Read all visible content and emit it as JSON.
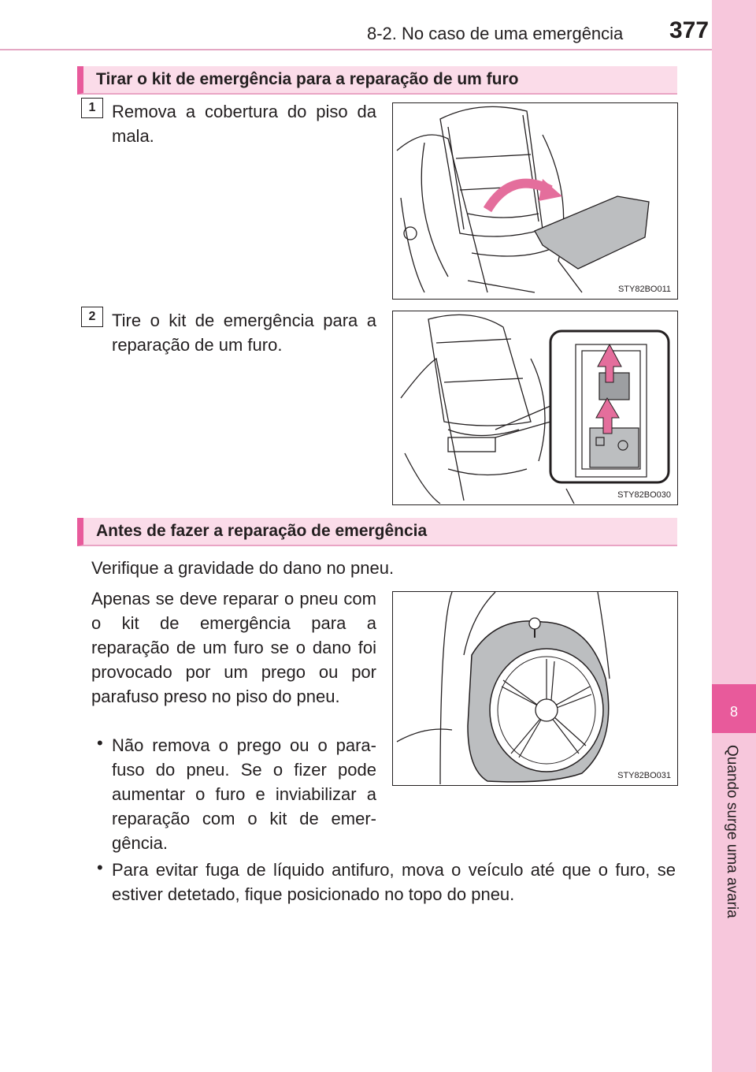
{
  "header": {
    "section_ref": "8-2. No caso de uma emergência",
    "page_number": "377"
  },
  "side_tab": {
    "chapter_number": "8",
    "chapter_title": "Quando surge uma avaria"
  },
  "section1": {
    "title": "Tirar o kit de emergência para a reparação de um furo",
    "steps": [
      {
        "number": "1",
        "text": "Remova a cobertura do piso da mala.",
        "figure_code": "STY82BO011"
      },
      {
        "number": "2",
        "text": "Tire o kit de emergência para a reparação de um furo.",
        "figure_code": "STY82BO030"
      }
    ]
  },
  "section2": {
    "title": "Antes de fazer a reparação de emergência",
    "intro": "Verifique a gravidade do dano no pneu.",
    "paragraph": "Apenas se deve reparar o pneu com o kit de emergência para a reparação de um furo se o dano foi provocado por um prego ou por parafuso preso no piso do pneu.",
    "figure_code": "STY82BO031",
    "bullets": [
      "Não remova o prego ou o para-fuso do pneu. Se o fizer pode aumentar o furo e inviabilizar a reparação com o kit de emer-gência.",
      "Para evitar fuga de líquido antifuro, mova o veículo até que o furo, se estiver detetado, fique posicionado no topo do pneu."
    ]
  }
}
